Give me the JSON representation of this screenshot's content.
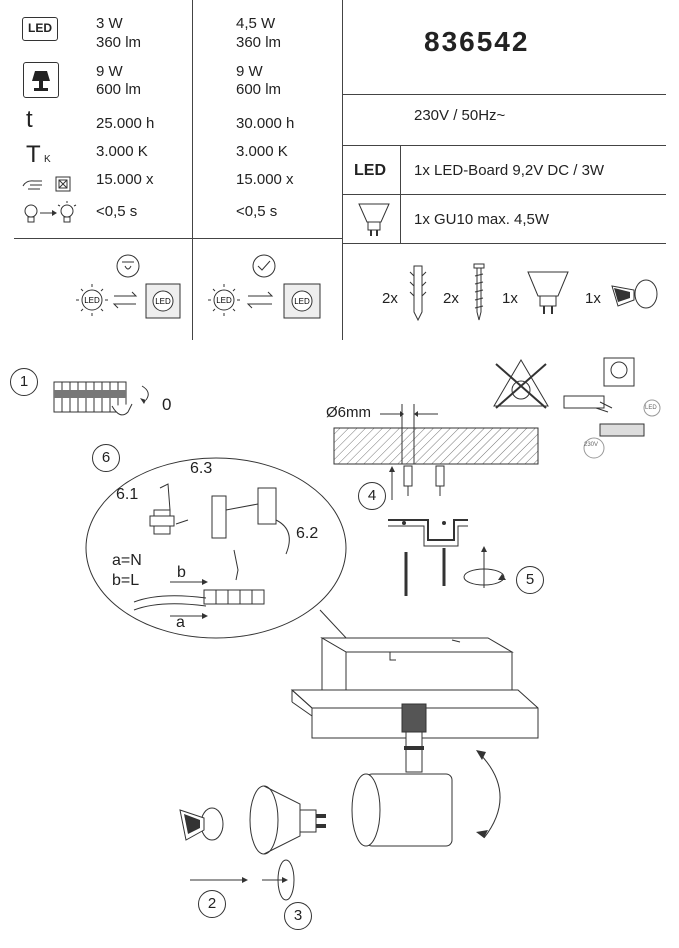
{
  "spec": {
    "col1": {
      "led_power": "3 W",
      "led_lumen": "360 lm",
      "bulb_power": "9 W",
      "bulb_lumen": "600 lm",
      "life": "25.000 h",
      "temp": "3.000 K",
      "cycles": "15.000 x",
      "start": "<0,5 s"
    },
    "col2": {
      "led_power": "4,5 W",
      "led_lumen": "360 lm",
      "bulb_power": "9 W",
      "bulb_lumen": "600 lm",
      "life": "30.000 h",
      "temp": "3.000 K",
      "cycles": "15.000 x",
      "start": "<0,5 s"
    },
    "icons": {
      "led_label": "LED",
      "life_label": "t",
      "temp_label": "T",
      "temp_sub": "K"
    }
  },
  "product": {
    "code": "836542",
    "voltage": "230V / 50Hz~",
    "led_row_label": "LED",
    "led_board": "1x LED-Board 9,2V DC / 3W",
    "gu10": "1x GU10 max. 4,5W"
  },
  "parts": {
    "dowels_qty": "2x",
    "screws_qty": "2x",
    "bulb_qty": "1x",
    "tool_qty": "1x"
  },
  "steps": {
    "s1": "1",
    "s1_value": "0",
    "s2": "2",
    "s3": "3",
    "s4": "4",
    "s5": "5",
    "s6": "6",
    "s6_1": "6.1",
    "s6_2": "6.2",
    "s6_3": "6.3",
    "drill": "Ø6mm",
    "a_n": "a=N",
    "b_l": "b=L",
    "a": "a",
    "b": "b",
    "voltage_small": "230V",
    "led_small": "LED"
  }
}
